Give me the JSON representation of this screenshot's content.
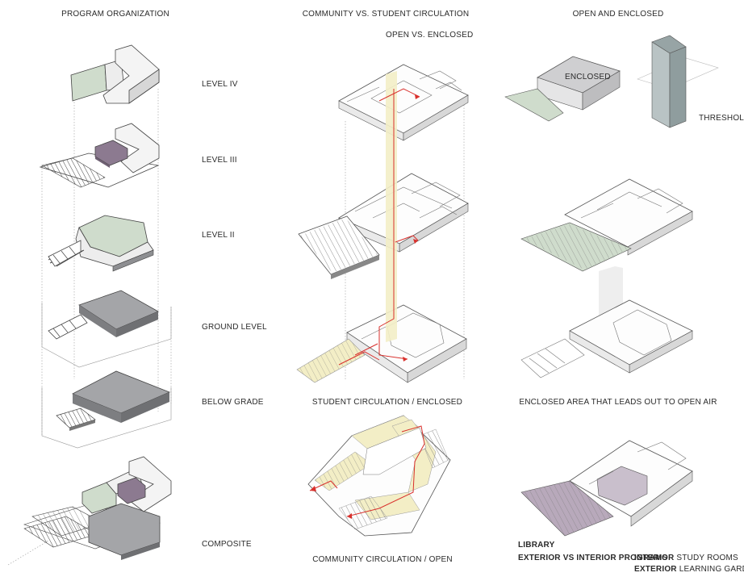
{
  "columns": {
    "program": "PROGRAM ORGANIZATION",
    "circulation": "COMMUNITY VS. STUDENT CIRCULATION",
    "open_enclosed": "OPEN AND ENCLOSED"
  },
  "levels": {
    "level_iv": "LEVEL IV",
    "level_iii": "LEVEL III",
    "level_ii": "LEVEL II",
    "ground": "GROUND LEVEL",
    "below": "BELOW GRADE",
    "composite": "COMPOSITE"
  },
  "circulation": {
    "open_vs_enclosed": "OPEN VS. ENCLOSED",
    "student": "STUDENT CIRCULATION / ENCLOSED",
    "community": "COMMUNITY CIRCULATION / OPEN"
  },
  "open_enclosed": {
    "enclosed": "ENCLOSED",
    "threshold": "THRESHOLD",
    "enclosed_area": "ENCLOSED AREA THAT LEADS OUT TO OPEN AIR"
  },
  "library": {
    "title": "LIBRARY",
    "subtitle": "EXTERIOR VS INTERIOR PROGRAMS",
    "interior_label": "INTERIOR",
    "interior_value": "STUDY ROOMS",
    "exterior_label": "EXTERIOR",
    "exterior_value": "LEARNING GARDEN"
  },
  "colors": {
    "green": "#cfdccc",
    "purple": "#8c7a90",
    "gray": "#a4a5a8",
    "dark_gray": "#8a8b8e",
    "yellow": "#f3eec6",
    "red": "#d9302c",
    "stroke": "#333333"
  }
}
